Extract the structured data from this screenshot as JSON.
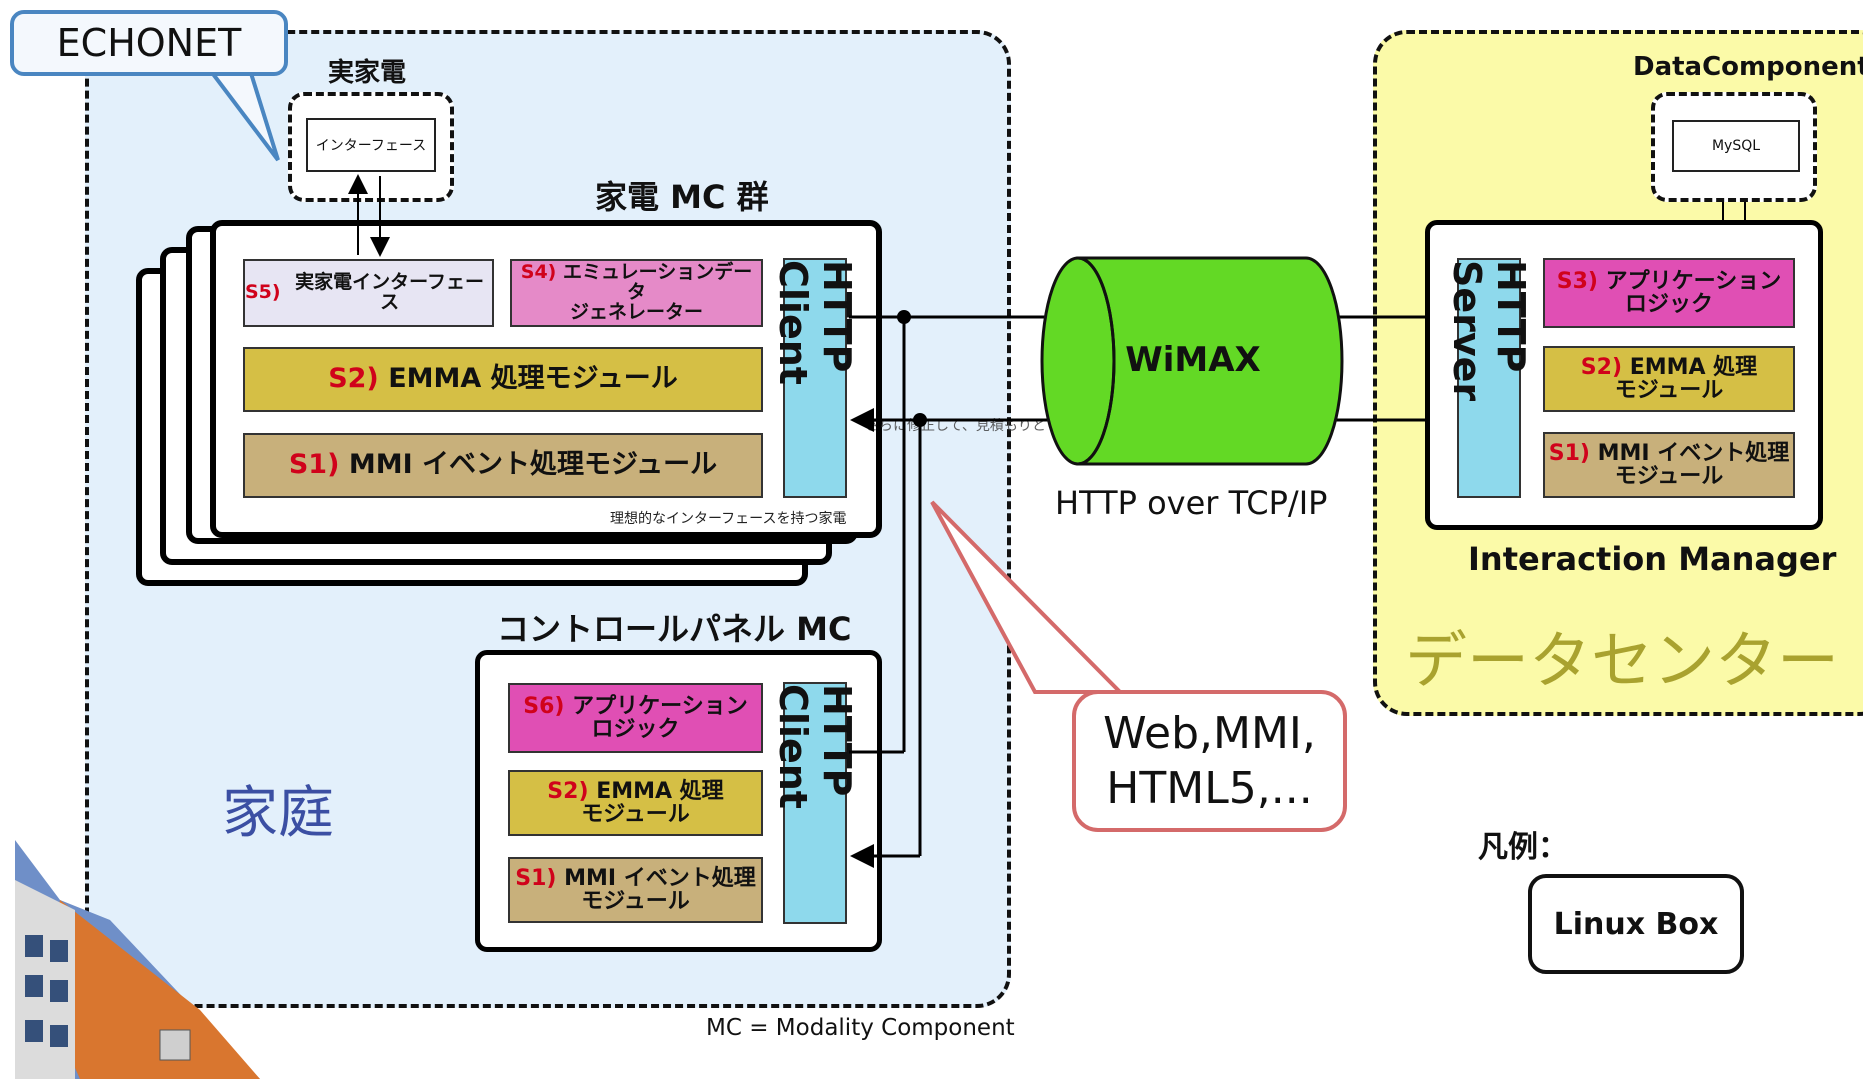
{
  "echonet_callout": "ECHONET",
  "home": {
    "label": "家庭",
    "real_appliance": {
      "title": "実家電",
      "interface": "インターフェース"
    },
    "appliance_mc_group": {
      "title": "家電 MC 群",
      "caption": "理想的なインターフェースを持つ家電",
      "modules": {
        "s5": {
          "tag": "S5)",
          "text": "実家電インターフェース"
        },
        "s4": {
          "tag": "S4)",
          "text_line1": "エミュレーションデータ",
          "text_line2": "ジェネレーター"
        },
        "s2": {
          "tag": "S2)",
          "text": "EMMA 処理モジュール"
        },
        "s1": {
          "tag": "S1)",
          "text": "MMI イベント処理モジュール"
        }
      },
      "client": "HTTP Client"
    },
    "control_panel": {
      "title": "コントロールパネル MC",
      "modules": {
        "s6": {
          "tag": "S6)",
          "text_line1": "アプリケーション",
          "text_line2": "ロジック"
        },
        "s2": {
          "tag": "S2)",
          "text_line1": "EMMA 処理",
          "text_line2": "モジュール"
        },
        "s1": {
          "tag": "S1)",
          "text_line1": "MMI イベント処理",
          "text_line2": "モジュール"
        }
      },
      "client": "HTTP Client"
    },
    "faint_note": "さらに修正して、見積もりと"
  },
  "network": {
    "name": "WiMAX",
    "protocol": "HTTP over TCP/IP"
  },
  "protocols_callout": {
    "line1": "Web,MMI,",
    "line2": "HTML5,..."
  },
  "data_center": {
    "label": "データセンター",
    "data_component": {
      "title": "DataComponent",
      "db": "MySQL"
    },
    "interaction_manager": {
      "title": "Interaction Manager",
      "server": "HTTP Server",
      "modules": {
        "s3": {
          "tag": "S3)",
          "text_line1": "アプリケーション",
          "text_line2": "ロジック"
        },
        "s2": {
          "tag": "S2)",
          "text_line1": "EMMA 処理",
          "text_line2": "モジュール"
        },
        "s1": {
          "tag": "S1)",
          "text_line1": "MMI イベント処理",
          "text_line2": "モジュール"
        }
      }
    }
  },
  "legend": {
    "title": "凡例：",
    "item": "Linux Box"
  },
  "footnote": "MC = Modality Component",
  "colors": {
    "home_bg": "#e3f0fb",
    "datacenter_bg": "#fbfaa8",
    "wimax": "#63d925",
    "s_tag": "#d0021b",
    "home_label": "#3b4fa3",
    "datacenter_label": "#a9a22f"
  }
}
